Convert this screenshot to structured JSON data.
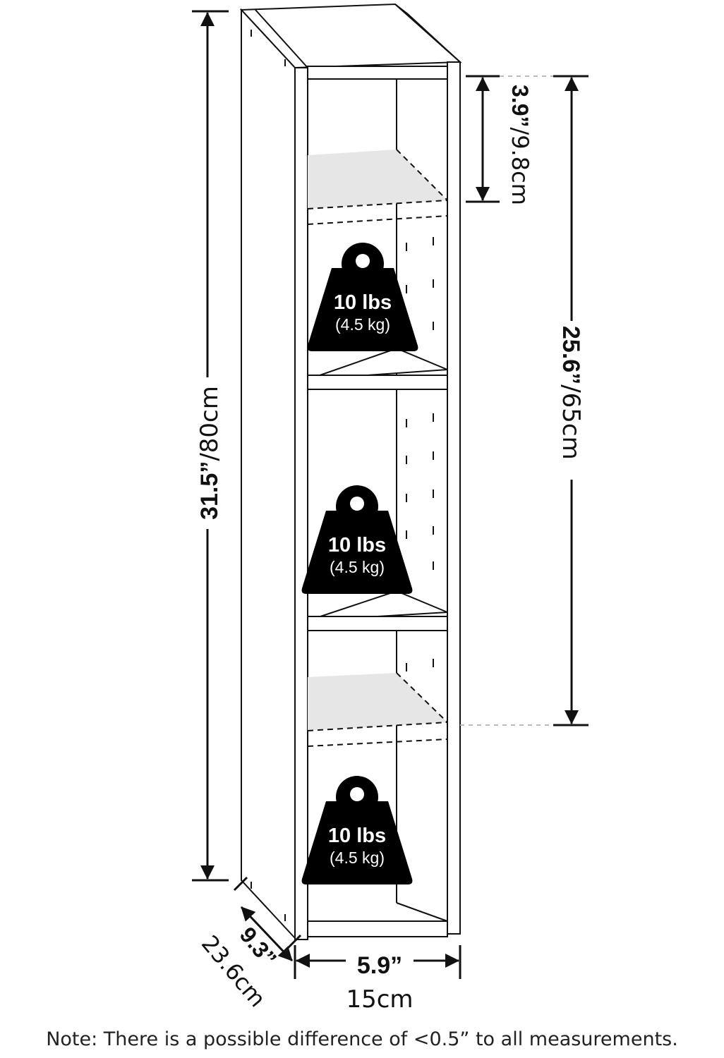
{
  "dimensions": {
    "height_total": {
      "inches": "31.5”",
      "cm": "/80cm"
    },
    "shelf_gap": {
      "inches": "3.9”",
      "cm": "/9.8cm"
    },
    "adjustable_range": {
      "inches": "25.6”",
      "cm": "/65cm"
    },
    "width": {
      "inches": "5.9”",
      "cm": "15cm"
    },
    "depth": {
      "inches": "9.3”",
      "cm": "23.6cm"
    }
  },
  "weights": [
    {
      "lbs": "10 lbs",
      "kg": "(4.5 kg)"
    },
    {
      "lbs": "10 lbs",
      "kg": "(4.5 kg)"
    },
    {
      "lbs": "10 lbs",
      "kg": "(4.5 kg)"
    }
  ],
  "note": "Note: There is a possible difference of <0.5” to all measurements.",
  "colors": {
    "line": "#111111",
    "shelf_shadow": "#e6e6e6",
    "weight_fill": "#000000"
  }
}
